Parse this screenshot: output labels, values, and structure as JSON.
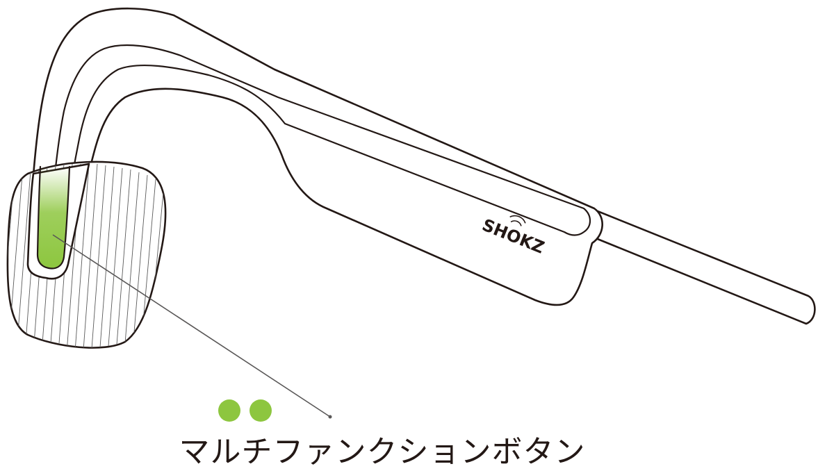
{
  "brand": {
    "logo_text": "SHOKZ",
    "logo_color": "#231815"
  },
  "button": {
    "label": "マルチファンクションボタン",
    "highlight_color": "#8dc63f",
    "press_indicator": {
      "count": 2,
      "color": "#8dc63f"
    }
  },
  "colors": {
    "outline": "#231815",
    "leader_line": "#595757",
    "background": "#ffffff"
  }
}
